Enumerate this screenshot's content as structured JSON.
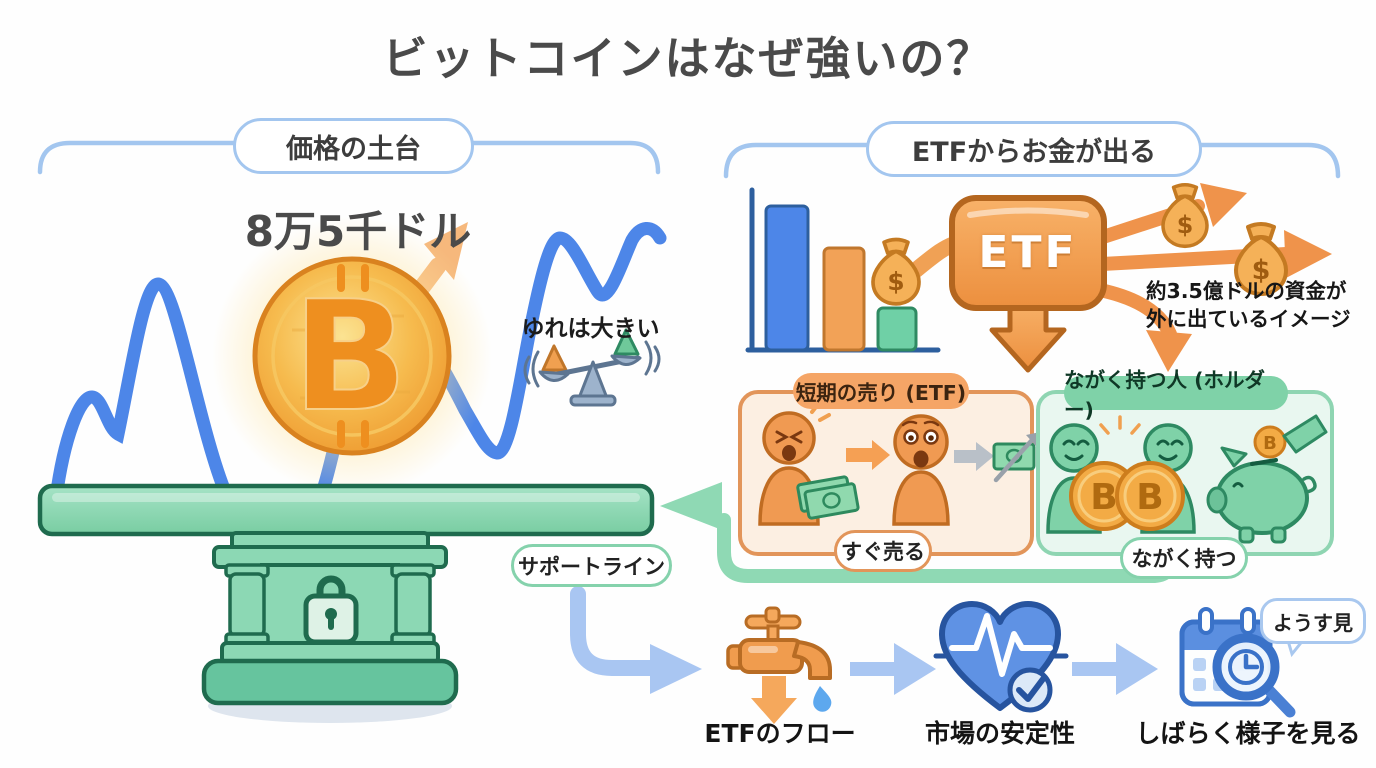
{
  "title": "ビットコインはなぜ強いの？",
  "left_section": {
    "badge": "価格の土台",
    "price_label": "8万5千ドル",
    "volatility_label": "ゆれは大きい",
    "support_label": "サポートライン",
    "coin_symbol": "B"
  },
  "right_section": {
    "badge": "ETFからお金が出る",
    "etf_box_label": "ETF",
    "outflow_note_line1": "約3.5億ドルの資金が",
    "outflow_note_line2": "外に出ているイメージ",
    "money_bag_symbol": "$"
  },
  "panels": {
    "short_term": {
      "title": "短期の売り (ETF)",
      "caption": "すぐ売る"
    },
    "holders": {
      "title": "ながく持つ人 (ホルダー)",
      "caption": "ながく持つ"
    }
  },
  "bottom_flow": {
    "bubble_label": "ようす見",
    "steps": [
      {
        "label": "ETFのフロー"
      },
      {
        "label": "市場の安定性"
      },
      {
        "label": "しばらく様子を見る"
      }
    ]
  },
  "colors": {
    "accent_blue": "#4d86e8",
    "accent_orange": "#ef9a47",
    "accent_green": "#7fd2a8",
    "flow_arrow_blue": "#a9c6f2"
  }
}
